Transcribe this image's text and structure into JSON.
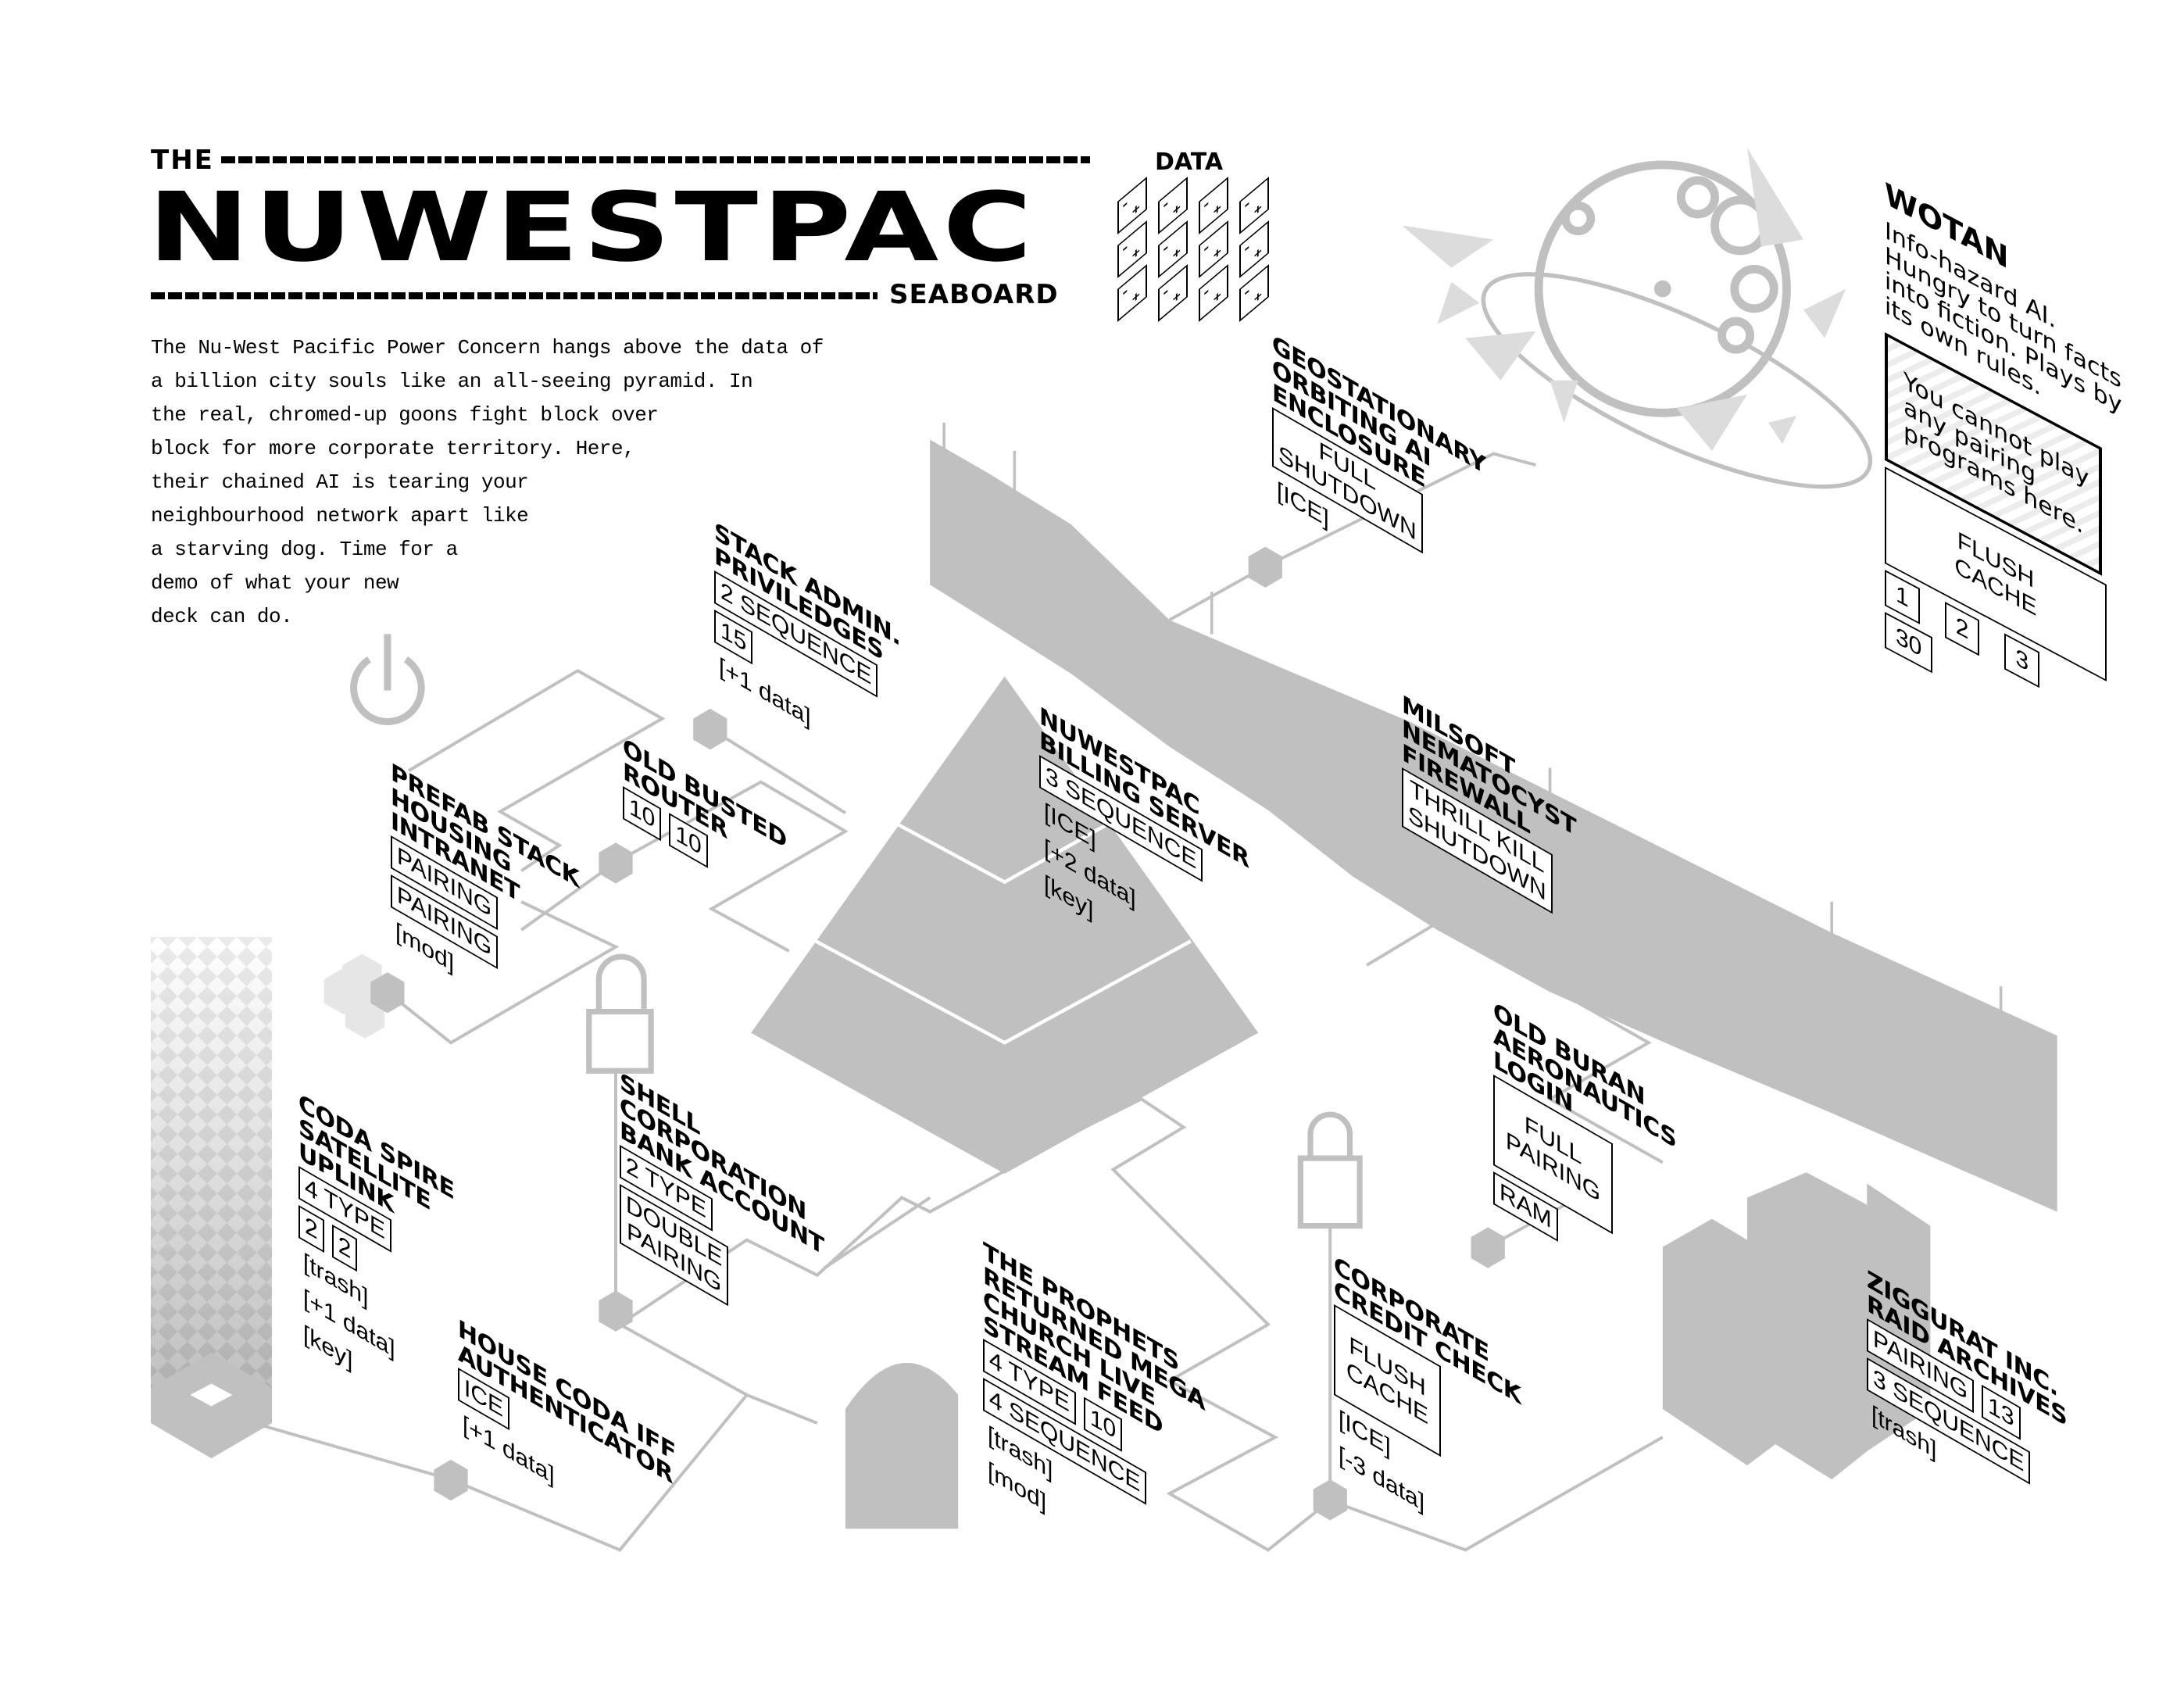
{
  "logo": {
    "the": "THE",
    "name": "NUWESTPAC",
    "sub": "SEABOARD"
  },
  "data_track": {
    "label": "DATA",
    "tile_minus": "-",
    "tile_plus": "+",
    "rows": 3,
    "cols": 4
  },
  "intro": [
    "The Nu-West Pacific Power Concern hangs above the data of",
    "a billion city souls like an all-seeing pyramid. In",
    "the real, chromed-up goons fight block over",
    "block for more corporate territory. Here,",
    "their chained AI is tearing your",
    "neighbourhood network apart like",
    "a starving dog. Time for a",
    "demo of what your new",
    "deck can do."
  ],
  "nodes": [
    {
      "id": "geostationary",
      "title": "GEOSTATIONARY\nORBITING AI\nENCLOSURE",
      "rows": [
        [
          {
            "t": "FULL\nSHUTDOWN",
            "box": true
          }
        ],
        [
          {
            "t": "[ICE]",
            "box": false
          }
        ]
      ]
    },
    {
      "id": "stack-admin",
      "title": "STACK ADMIN.\nPRIVILEDGES",
      "rows": [
        [
          {
            "t": "2 SEQUENCE",
            "box": true
          }
        ],
        [
          {
            "t": "15",
            "box": true
          }
        ],
        [
          {
            "t": "[+1 data]",
            "box": false
          }
        ]
      ]
    },
    {
      "id": "old-busted-router",
      "title": "OLD BUSTED\nROUTER",
      "rows": [
        [
          {
            "t": "10",
            "box": true
          },
          {
            "t": "10",
            "box": true
          }
        ]
      ]
    },
    {
      "id": "prefab-stack",
      "title": "PREFAB STACK\nHOUSING\nINTRANET",
      "rows": [
        [
          {
            "t": "PAIRING",
            "box": true
          }
        ],
        [
          {
            "t": "PAIRING",
            "box": true
          }
        ],
        [
          {
            "t": "[mod]",
            "box": false
          }
        ]
      ]
    },
    {
      "id": "billing-server",
      "title": "NUWESTPAC\nBILLING SERVER",
      "rows": [
        [
          {
            "t": "3 SEQUENCE",
            "box": true
          }
        ],
        [
          {
            "t": "[ICE]",
            "box": false
          }
        ],
        [
          {
            "t": "[+2 data]",
            "box": false
          }
        ],
        [
          {
            "t": "[key]",
            "box": false
          }
        ]
      ]
    },
    {
      "id": "milsoft-firewall",
      "title": "MILSOFT\nNEMATOCYST\nFIREWALL",
      "rows": [
        [
          {
            "t": "THRILL KILL\nSHUTDOWN",
            "box": true
          }
        ]
      ]
    },
    {
      "id": "old-buran",
      "title": "OLD BURAN\nAERONAUTICS\nLOGIN",
      "rows": [
        [
          {
            "t": "FULL\nPAIRING",
            "box": true,
            "big": true
          }
        ],
        [
          {
            "t": "RAM",
            "box": true
          }
        ]
      ]
    },
    {
      "id": "coda-spire",
      "title": "CODA SPIRE\nSATELLITE\nUPLINK",
      "rows": [
        [
          {
            "t": "4 TYPE",
            "box": true
          }
        ],
        [
          {
            "t": "2",
            "box": true
          },
          {
            "t": "2",
            "box": true
          }
        ],
        [
          {
            "t": "[trash]",
            "box": false
          }
        ],
        [
          {
            "t": "[+1 data]",
            "box": false
          }
        ],
        [
          {
            "t": "[key]",
            "box": false
          }
        ]
      ]
    },
    {
      "id": "shell-corporation",
      "title": "SHELL\nCORPORATION\nBANK ACCOUNT",
      "rows": [
        [
          {
            "t": "2 TYPE",
            "box": true
          }
        ],
        [
          {
            "t": "DOUBLE\nPAIRING",
            "box": true
          }
        ]
      ]
    },
    {
      "id": "house-coda-iff",
      "title": "HOUSE CODA IFF\nAUTHENTICATOR",
      "rows": [
        [
          {
            "t": "ICE",
            "box": true
          }
        ],
        [
          {
            "t": "[+1 data]",
            "box": false
          }
        ]
      ]
    },
    {
      "id": "prophets-church",
      "title": "THE PROPHETS\nRETURNED MEGA\nCHURCH LIVE\nSTREAM FEED",
      "rows": [
        [
          {
            "t": "4 TYPE",
            "box": true
          },
          {
            "t": "10",
            "box": true
          }
        ],
        [
          {
            "t": "4 SEQUENCE",
            "box": true
          }
        ],
        [
          {
            "t": "[trash]",
            "box": false
          }
        ],
        [
          {
            "t": "[mod]",
            "box": false
          }
        ]
      ]
    },
    {
      "id": "corporate-credit-check",
      "title": "CORPORATE\nCREDIT CHECK",
      "rows": [
        [
          {
            "t": "FLUSH\nCACHE",
            "box": true,
            "big": true
          }
        ],
        [
          {
            "t": "[ICE]",
            "box": false
          }
        ],
        [
          {
            "t": "[-3 data]",
            "box": false
          }
        ]
      ]
    },
    {
      "id": "ziggurat-archives",
      "title": "ZIGGURAT INC.\nRAID ARCHIVES",
      "rows": [
        [
          {
            "t": "PAIRING",
            "box": true
          },
          {
            "t": "13",
            "box": true
          }
        ],
        [
          {
            "t": "3 SEQUENCE",
            "box": true
          }
        ],
        [
          {
            "t": "[trash]",
            "box": false
          }
        ]
      ]
    }
  ],
  "wotan": {
    "title": "WOTAN",
    "description": "Info-hazard AI.\nHungry to turn facts\ninto fiction. Plays by\nits own rules.",
    "rule": "You cannot play\nany pairing\nprograms here.",
    "program": "FLUSH\nCACHE",
    "values": [
      "1",
      "2",
      "3"
    ],
    "extra": "30"
  },
  "colors": {
    "ink": "#000000",
    "network": "#c0c0c0",
    "paper": "#ffffff"
  }
}
